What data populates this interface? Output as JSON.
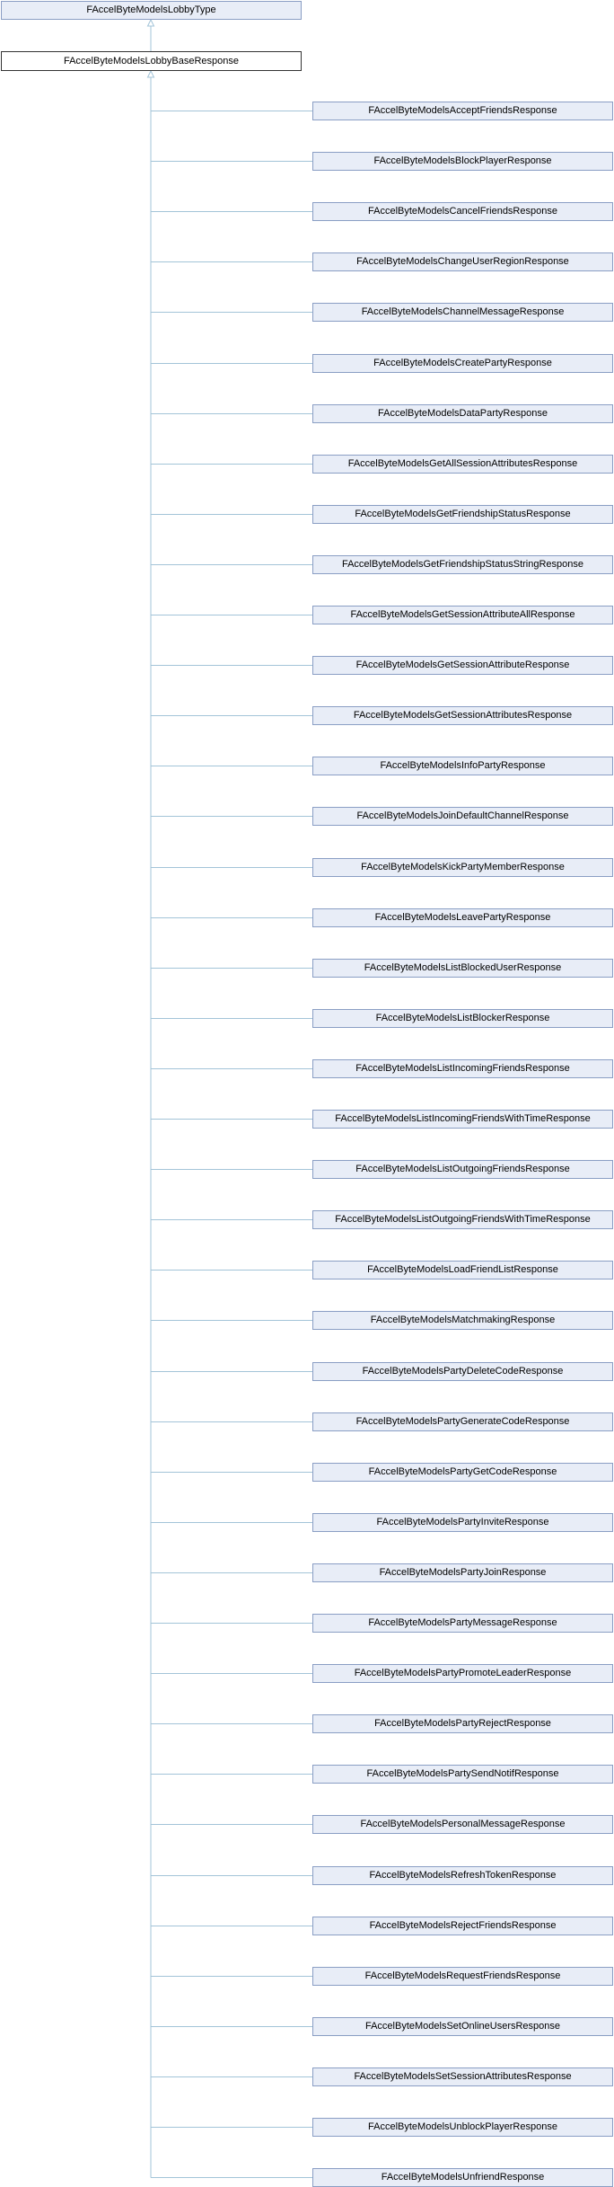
{
  "diagram": {
    "ancestor": "FAccelByteModelsLobbyType",
    "base": "FAccelByteModelsLobbyBaseResponse",
    "children": [
      "FAccelByteModelsAcceptFriendsResponse",
      "FAccelByteModelsBlockPlayerResponse",
      "FAccelByteModelsCancelFriendsResponse",
      "FAccelByteModelsChangeUserRegionResponse",
      "FAccelByteModelsChannelMessageResponse",
      "FAccelByteModelsCreatePartyResponse",
      "FAccelByteModelsDataPartyResponse",
      "FAccelByteModelsGetAllSessionAttributesResponse",
      "FAccelByteModelsGetFriendshipStatusResponse",
      "FAccelByteModelsGetFriendshipStatusStringResponse",
      "FAccelByteModelsGetSessionAttributeAllResponse",
      "FAccelByteModelsGetSessionAttributeResponse",
      "FAccelByteModelsGetSessionAttributesResponse",
      "FAccelByteModelsInfoPartyResponse",
      "FAccelByteModelsJoinDefaultChannelResponse",
      "FAccelByteModelsKickPartyMemberResponse",
      "FAccelByteModelsLeavePartyResponse",
      "FAccelByteModelsListBlockedUserResponse",
      "FAccelByteModelsListBlockerResponse",
      "FAccelByteModelsListIncomingFriendsResponse",
      "FAccelByteModelsListIncomingFriendsWithTimeResponse",
      "FAccelByteModelsListOutgoingFriendsResponse",
      "FAccelByteModelsListOutgoingFriendsWithTimeResponse",
      "FAccelByteModelsLoadFriendListResponse",
      "FAccelByteModelsMatchmakingResponse",
      "FAccelByteModelsPartyDeleteCodeResponse",
      "FAccelByteModelsPartyGenerateCodeResponse",
      "FAccelByteModelsPartyGetCodeResponse",
      "FAccelByteModelsPartyInviteResponse",
      "FAccelByteModelsPartyJoinResponse",
      "FAccelByteModelsPartyMessageResponse",
      "FAccelByteModelsPartyPromoteLeaderResponse",
      "FAccelByteModelsPartyRejectResponse",
      "FAccelByteModelsPartySendNotifResponse",
      "FAccelByteModelsPersonalMessageResponse",
      "FAccelByteModelsRefreshTokenResponse",
      "FAccelByteModelsRejectFriendsResponse",
      "FAccelByteModelsRequestFriendsResponse",
      "FAccelByteModelsSetOnlineUsersResponse",
      "FAccelByteModelsSetSessionAttributesResponse",
      "FAccelByteModelsUnblockPlayerResponse",
      "FAccelByteModelsUnfriendResponse"
    ],
    "colors": {
      "node_fill": "#e8edf7",
      "node_border": "#8a9ec4",
      "base_fill": "#ffffff",
      "base_border": "#333333",
      "edge": "#a3c4d8"
    }
  }
}
